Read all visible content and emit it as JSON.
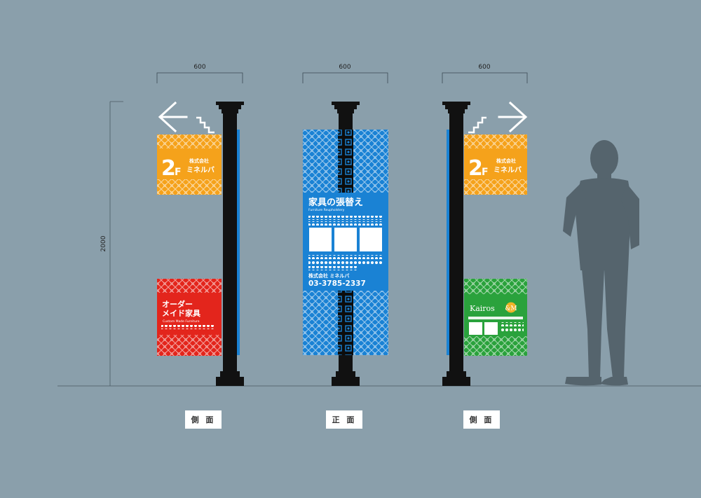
{
  "dimensions": {
    "width_left": "600",
    "width_center": "600",
    "width_right": "600",
    "height_total": "2000"
  },
  "captions": {
    "left": "側 面",
    "center": "正 面",
    "right": "側 面"
  },
  "signs": {
    "floor_sign": {
      "floor": "2",
      "floor_suffix": "F",
      "company_prefix": "株式会社",
      "company": "ミネルバ",
      "color": "#f5a21b"
    },
    "order_sign": {
      "line1": "オーダー",
      "line2": "メイド家具",
      "subtitle": "Custom Made Furniture",
      "color": "#e3251c"
    },
    "front_sign": {
      "title": "家具の張替え",
      "subtitle": "Furniture Reupholstery",
      "company": "株式会社 ミネルバ",
      "phone": "03-3785-2337",
      "color": "#1a82d4"
    },
    "kairos_sign": {
      "brand": "Kairos",
      "brand_mark": "&M",
      "color": "#2aa23c"
    }
  },
  "colors": {
    "background": "#8a9fab",
    "pole": "#111111",
    "silhouette": "#55646d"
  },
  "icons": [
    "arrow-left-icon",
    "arrow-right-icon",
    "stairs-icon"
  ]
}
